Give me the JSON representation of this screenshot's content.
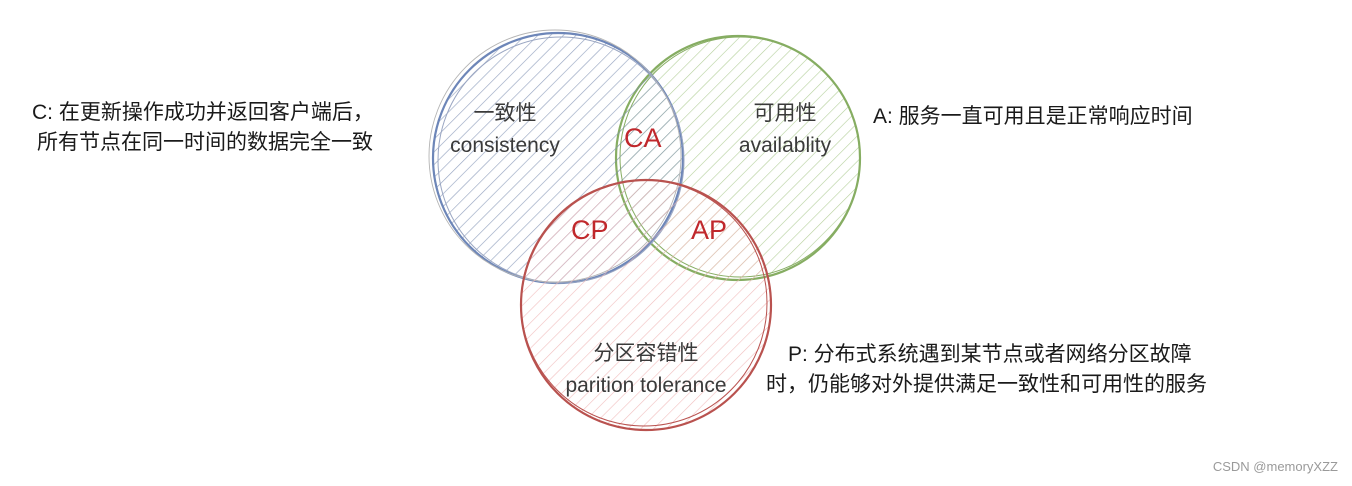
{
  "circles": [
    {
      "key": "C",
      "title": "一致性",
      "subtitle": "consistency",
      "stroke": "#6d86b8",
      "hatch": "#7d8fb2"
    },
    {
      "key": "A",
      "title": "可用性",
      "subtitle": "availablity",
      "stroke": "#86ad62",
      "hatch": "#a7c889"
    },
    {
      "key": "P",
      "title": "分区容错性",
      "subtitle": "parition tolerance",
      "stroke": "#b9524f",
      "hatch": "#f0b7b7"
    }
  ],
  "regions": {
    "ca": "CA",
    "cp": "CP",
    "ap": "AP"
  },
  "descriptions": {
    "c": [
      "C: 在更新操作成功并返回客户端后，",
      "所有节点在同一时间的数据完全一致"
    ],
    "a": "A: 服务一直可用且是正常响应时间",
    "p": [
      "P: 分布式系统遇到某节点或者网络分区故障",
      "时，仍能够对外提供满足一致性和可用性的服务"
    ]
  },
  "region_color": "#c0282c",
  "watermark": "CSDN @memoryXZZ"
}
